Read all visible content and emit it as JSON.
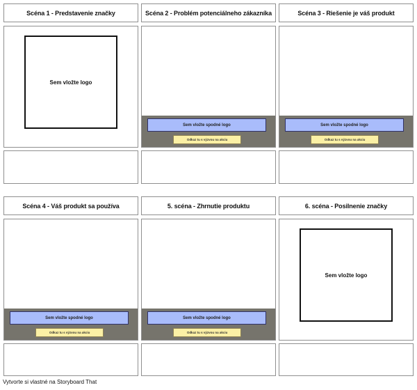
{
  "scenes": [
    {
      "title": "Scéna 1 - Predstavenie značky",
      "logo_label": "Sem vložte logo"
    },
    {
      "title": "Scéna 2 - Problém potenciálneho zákazníka",
      "bottom_logo_label": "Sem vložte spodné logo",
      "cta_label": "Odkaz tu s výzvou na akciu"
    },
    {
      "title": "Scéna 3 - Riešenie je váš produkt",
      "bottom_logo_label": "Sem vložte spodné logo",
      "cta_label": "Odkaz tu s výzvou na akciu"
    },
    {
      "title": "Scéna 4 - Váš produkt sa používa",
      "bottom_logo_label": "Sem vložte spodné logo",
      "cta_label": "Odkaz tu s výzvou na akciu"
    },
    {
      "title": "5. scéna - Zhrnutie produktu",
      "bottom_logo_label": "Sem vložte spodné logo",
      "cta_label": "Odkaz tu s výzvou na akciu"
    },
    {
      "title": "6. scéna - Posilnenie značky",
      "logo_label": "Sem vložte logo"
    }
  ],
  "footer": "Vytvorte si vlastné na Storyboard That"
}
